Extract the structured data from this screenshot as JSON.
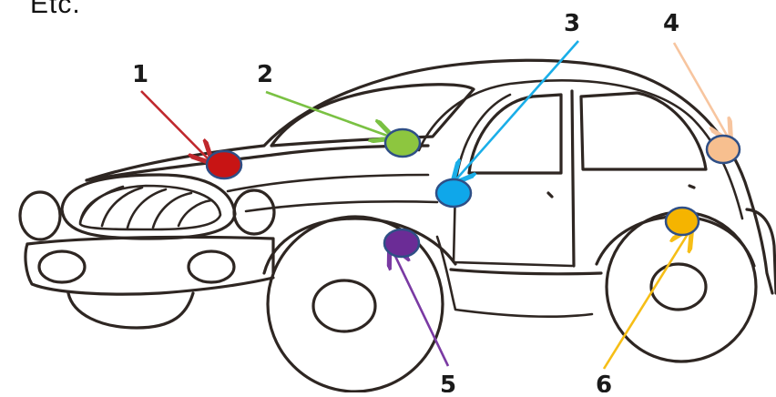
{
  "top_text": "Etc.",
  "markers": [
    {
      "label": "1",
      "color": "#c81414"
    },
    {
      "label": "2",
      "color": "#8dc63f"
    },
    {
      "label": "3",
      "color": "#0fa7ea"
    },
    {
      "label": "4",
      "color": "#f7bf8f"
    },
    {
      "label": "5",
      "color": "#6b2c96"
    },
    {
      "label": "6",
      "color": "#f5b400"
    }
  ],
  "arrow_colors": [
    "#c0282d",
    "#7ac143",
    "#1aaee8",
    "#f7c59f",
    "#7a3aa3",
    "#f6be16"
  ]
}
